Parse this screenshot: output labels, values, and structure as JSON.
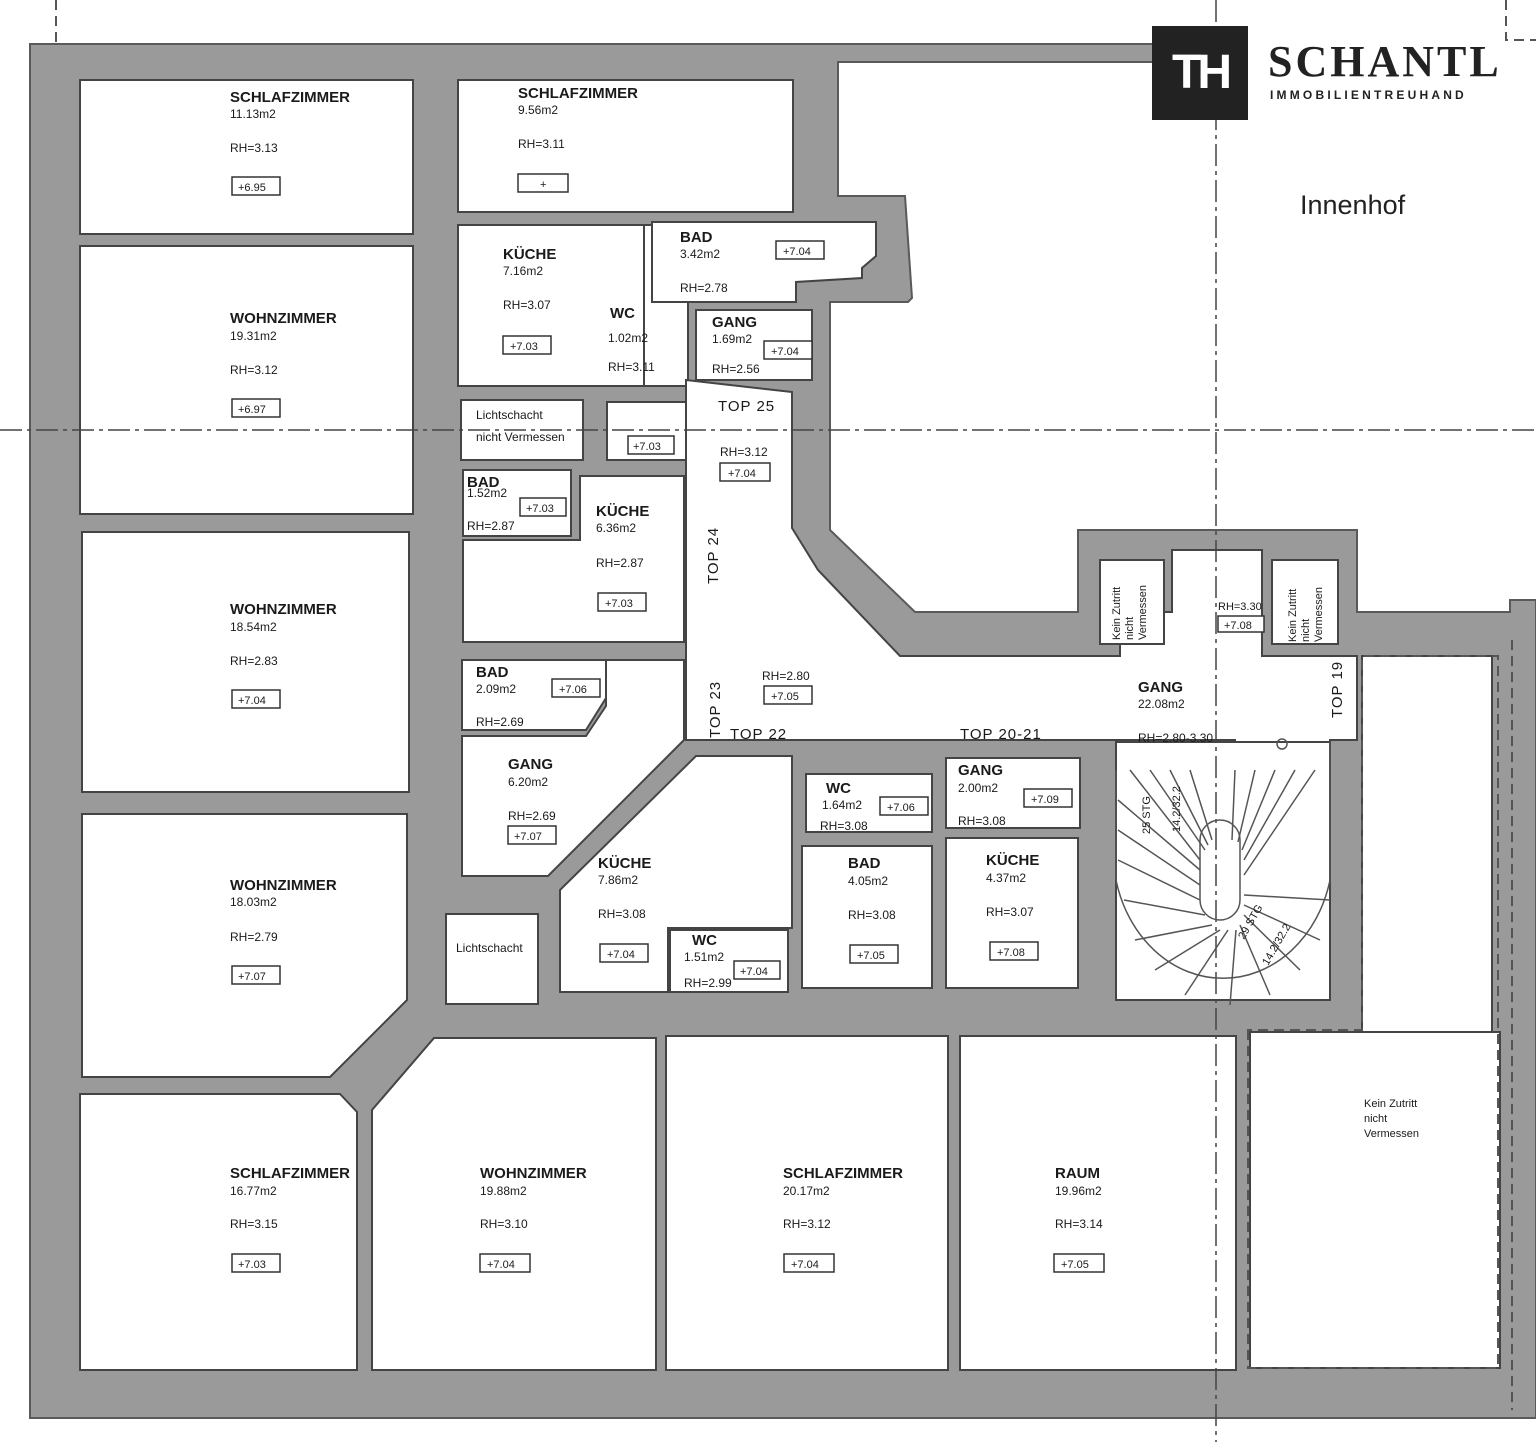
{
  "logo": {
    "mark": "TH",
    "name": "SCHANTL",
    "subtitle": "IMMOBILIENTREUHAND"
  },
  "courtyard": "Innenhof",
  "rooms": [
    {
      "name": "SCHLAFZIMMER",
      "area": "11.13m2",
      "rh": "RH=3.13",
      "level": "+6.95"
    },
    {
      "name": "SCHLAFZIMMER",
      "area": "9.56m2",
      "rh": "RH=3.11",
      "level": "+"
    },
    {
      "name": "WOHNZIMMER",
      "area": "19.31m2",
      "rh": "RH=3.12",
      "level": "+6.97"
    },
    {
      "name": "KÜCHE",
      "area": "7.16m2",
      "rh": "RH=3.07",
      "level": "+7.03"
    },
    {
      "name": "WC",
      "area": "1.02m2",
      "rh": "RH=3.11",
      "level": "+7.03"
    },
    {
      "name": "BAD",
      "area": "3.42m2",
      "rh": "RH=2.78",
      "level": "+7.04"
    },
    {
      "name": "GANG",
      "area": "1.69m2",
      "rh": "RH=2.56",
      "level": "+7.04"
    },
    {
      "name": "BAD",
      "area": "1.52m2",
      "rh": "RH=2.87",
      "level": "+7.03"
    },
    {
      "name": "KÜCHE",
      "area": "6.36m2",
      "rh": "RH=2.87",
      "level": "+7.03"
    },
    {
      "name": "WOHNZIMMER",
      "area": "18.54m2",
      "rh": "RH=2.83",
      "level": "+7.04"
    },
    {
      "name": "BAD",
      "area": "2.09m2",
      "rh": "RH=2.69",
      "level": "+7.06"
    },
    {
      "name": "GANG",
      "area": "6.20m2",
      "rh": "RH=2.69",
      "level": "+7.07"
    },
    {
      "name": "WOHNZIMMER",
      "area": "18.03m2",
      "rh": "RH=2.79",
      "level": "+7.07"
    },
    {
      "name": "KÜCHE",
      "area": "7.86m2",
      "rh": "RH=3.08",
      "level": "+7.04"
    },
    {
      "name": "WC",
      "area": "1.51m2",
      "rh": "RH=2.99",
      "level": "+7.04"
    },
    {
      "name": "WC",
      "area": "1.64m2",
      "rh": "RH=3.08",
      "level": "+7.06"
    },
    {
      "name": "GANG",
      "area": "2.00m2",
      "rh": "RH=3.08",
      "level": "+7.09"
    },
    {
      "name": "BAD",
      "area": "4.05m2",
      "rh": "RH=3.08",
      "level": "+7.05"
    },
    {
      "name": "KÜCHE",
      "area": "4.37m2",
      "rh": "RH=3.07",
      "level": "+7.08"
    },
    {
      "name": "GANG",
      "area": "22.08m2",
      "rh": "RH=2.80-3.30",
      "level": ""
    },
    {
      "name": "SCHLAFZIMMER",
      "area": "16.77m2",
      "rh": "RH=3.15",
      "level": "+7.03"
    },
    {
      "name": "WOHNZIMMER",
      "area": "19.88m2",
      "rh": "RH=3.10",
      "level": "+7.04"
    },
    {
      "name": "SCHLAFZIMMER",
      "area": "20.17m2",
      "rh": "RH=3.12",
      "level": "+7.04"
    },
    {
      "name": "RAUM",
      "area": "19.96m2",
      "rh": "RH=3.14",
      "level": "+7.05"
    }
  ],
  "labels": {
    "lichtschacht_1": [
      "Lichtschacht",
      "nicht Vermessen"
    ],
    "lichtschacht_2": "Lichtschacht",
    "corridor_rh_1": "RH=3.12",
    "corridor_lvl_1": "+7.04",
    "corridor_rh_2": "RH=2.80",
    "corridor_lvl_2": "+7.05",
    "landing_rh": "RH=3.30",
    "landing_lvl": "+7.08",
    "wc_landing_lvl": "+7.03",
    "stair_1": "25 STG",
    "stair_2": "14.2/32.2",
    "stair_3": "29 STG",
    "stair_4": "14.2/32.2",
    "no_access_1": [
      "Kein Zutritt",
      "nicht",
      "Vermessen"
    ],
    "no_access_2": [
      "Kein Zutritt",
      "nicht",
      "Vermessen"
    ],
    "no_access_3": [
      "Kein Zutritt",
      "nicht",
      "Vermessen"
    ]
  },
  "tops": [
    "TOP 25",
    "TOP 24",
    "TOP 23",
    "TOP 22",
    "TOP 20-21",
    "TOP 19"
  ]
}
